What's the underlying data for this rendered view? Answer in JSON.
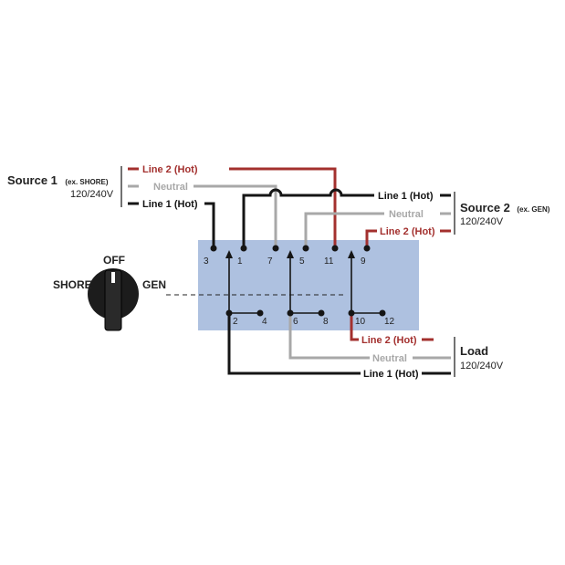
{
  "colors": {
    "hot_red": "#a3302e",
    "neutral_gray": "#a8a8a8",
    "line_black": "#151515",
    "switch_box": "#aec1e0"
  },
  "source1": {
    "title": "Source 1",
    "qualifier": "(ex. SHORE)",
    "voltage": "120/240V",
    "line2": "Line 2 (Hot)",
    "neutral": "Neutral",
    "line1": "Line 1 (Hot)"
  },
  "source2": {
    "title": "Source 2",
    "qualifier": "(ex. GEN)",
    "voltage": "120/240V",
    "line1": "Line 1 (Hot)",
    "neutral": "Neutral",
    "line2": "Line 2 (Hot)"
  },
  "load": {
    "title": "Load",
    "voltage": "120/240V",
    "line2": "Line 2 (Hot)",
    "neutral": "Neutral",
    "line1": "Line 1 (Hot)"
  },
  "selector": {
    "off": "OFF",
    "shore": "SHORE",
    "gen": "GEN"
  },
  "terminals": {
    "t1": "1",
    "t2": "2",
    "t3": "3",
    "t4": "4",
    "t5": "5",
    "t6": "6",
    "t7": "7",
    "t8": "8",
    "t9": "9",
    "t10": "10",
    "t11": "11",
    "t12": "12"
  }
}
